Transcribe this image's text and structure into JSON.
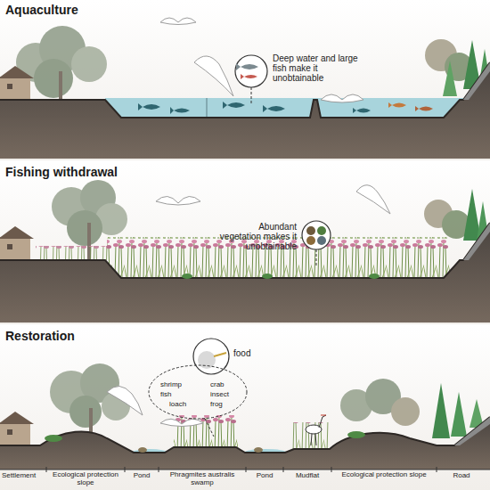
{
  "diagram": {
    "nodes": [
      {
        "text": [
          "Aquaculture"
        ]
      },
      {
        "text": [
          "Fishing withdrawal"
        ]
      },
      {
        "text": [
          "Restoration"
        ]
      }
    ],
    "labels": [
      "Deep water and large fish make it unobtainable",
      "Abundant vegetation makes it unobtainable",
      "food",
      "shrimp",
      "crab",
      "fish",
      "insect",
      "loach",
      "frog",
      "Settlement",
      "Ecological protection slope",
      "Pond",
      "Phragmites australis swamp",
      "Pond",
      "Mudflat",
      "Ecological protection slope",
      "Road"
    ]
  }
}
